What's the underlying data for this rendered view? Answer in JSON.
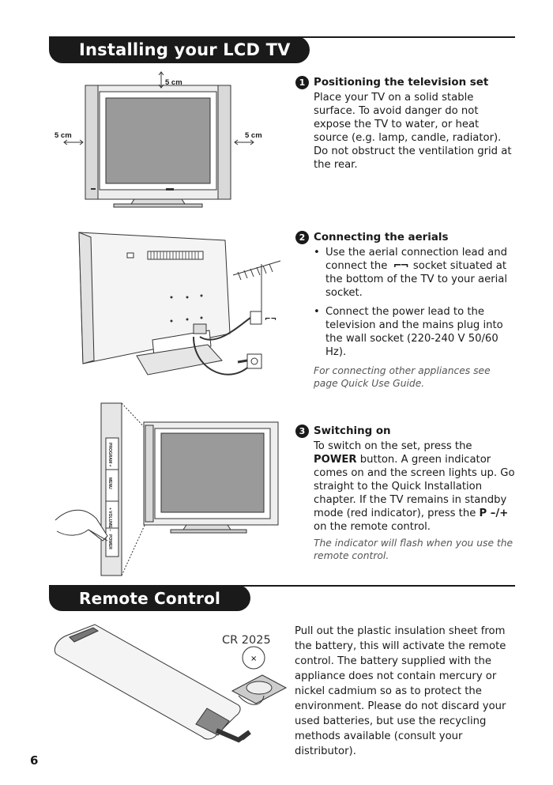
{
  "sections": {
    "install_header": "Installing your LCD TV",
    "remote_header": "Remote Control"
  },
  "step1": {
    "number": "1",
    "title": "Positioning the television set",
    "body": "Place your TV on a solid stable surface. To avoid danger do not expose the TV to water, or heat source (e.g. lamp, candle, radiator). Do not obstruct the ventilation grid at the rear.",
    "dim_top": "5 cm",
    "dim_left": "5 cm",
    "dim_right": "5 cm"
  },
  "step2": {
    "number": "2",
    "title": "Connecting the aerials",
    "bullet1_pre": "Use the aerial connection lead and connect the",
    "bullet1_glyph": "⌐¬",
    "bullet1_post": "socket situated at the bottom of the TV to your aerial socket.",
    "bullet2": "Connect the power lead to the television and the mains plug into the wall socket (220-240 V 50/60 Hz).",
    "note": "For connecting other appliances see page Quick Use Guide."
  },
  "step3": {
    "number": "3",
    "title": "Switching on",
    "body_1": "To switch on the set, press the",
    "power_word": "POWER",
    "body_2": "button. A green indicator comes on and the screen lights up. Go straight to the Quick Installation chapter. If the TV remains in standby mode (red indicator), press the",
    "p_key": "P –/+",
    "body_3": "on the remote control.",
    "note": "The indicator will flash when you use the remote control.",
    "panel_labels": [
      "PROGRAM +",
      "MENU",
      "+ VOLUME –",
      "POWER"
    ]
  },
  "remote": {
    "battery_label": "CR 2025",
    "body": "Pull out the plastic insulation sheet from the battery, this will activate the remote control. The battery supplied with the appliance does not contain mercury or nickel cadmium so as to protect the environment. Please do not discard your used batteries, but use the recycling methods available (consult your distributor)."
  },
  "page_number": "6"
}
